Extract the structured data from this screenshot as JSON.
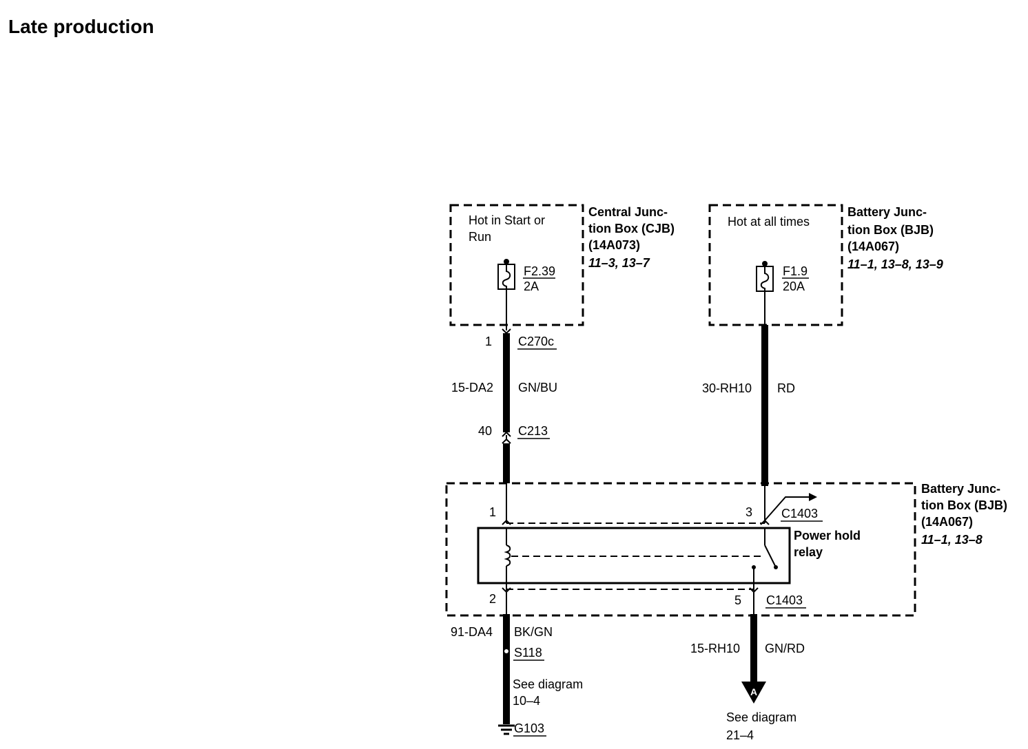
{
  "page": {
    "title": "Late production"
  },
  "cjb": {
    "label_lines": [
      "Central Junc-",
      "tion Box (CJB)",
      "(14A073)"
    ],
    "refs": "11–3, 13–7",
    "power_lines": [
      "Hot in Start or",
      "Run"
    ],
    "fuse_id": "F2.39",
    "fuse_rating": "2A"
  },
  "bjb_top": {
    "label_lines": [
      "Battery Junc-",
      "tion Box (BJB)",
      "(14A067)"
    ],
    "refs": "11–1, 13–8, 13–9",
    "power_lines": [
      "Hot at all times"
    ],
    "fuse_id": "F1.9",
    "fuse_rating": "20A"
  },
  "bjb_relay": {
    "label_lines": [
      "Battery Junc-",
      "tion Box (BJB)",
      "(14A067)"
    ],
    "refs": "11–1, 13–8",
    "relay_lines": [
      "Power hold",
      "relay"
    ]
  },
  "connectors": {
    "c270c": {
      "pin": "1",
      "name": "C270c"
    },
    "c213": {
      "pin": "40",
      "name": "C213"
    },
    "c1403_top_left": {
      "pin": "1"
    },
    "c1403_top_right": {
      "pin": "3",
      "name": "C1403"
    },
    "c1403_bottom_left": {
      "pin": "2"
    },
    "c1403_bottom_right": {
      "pin": "5",
      "name": "C1403"
    }
  },
  "wires": {
    "w1": {
      "circuit": "15-DA2",
      "color": "GN/BU"
    },
    "w2": {
      "circuit": "30-RH10",
      "color": "RD"
    },
    "w3": {
      "circuit": "91-DA4",
      "color": "BK/GN"
    },
    "w4": {
      "circuit": "15-RH10",
      "color": "GN/RD"
    }
  },
  "splice": {
    "name": "S118"
  },
  "ground": {
    "name": "G103",
    "see_lines": [
      "See diagram",
      "10–4"
    ]
  },
  "offpage": {
    "marker": "A",
    "see_lines": [
      "See diagram",
      "21–4"
    ]
  }
}
